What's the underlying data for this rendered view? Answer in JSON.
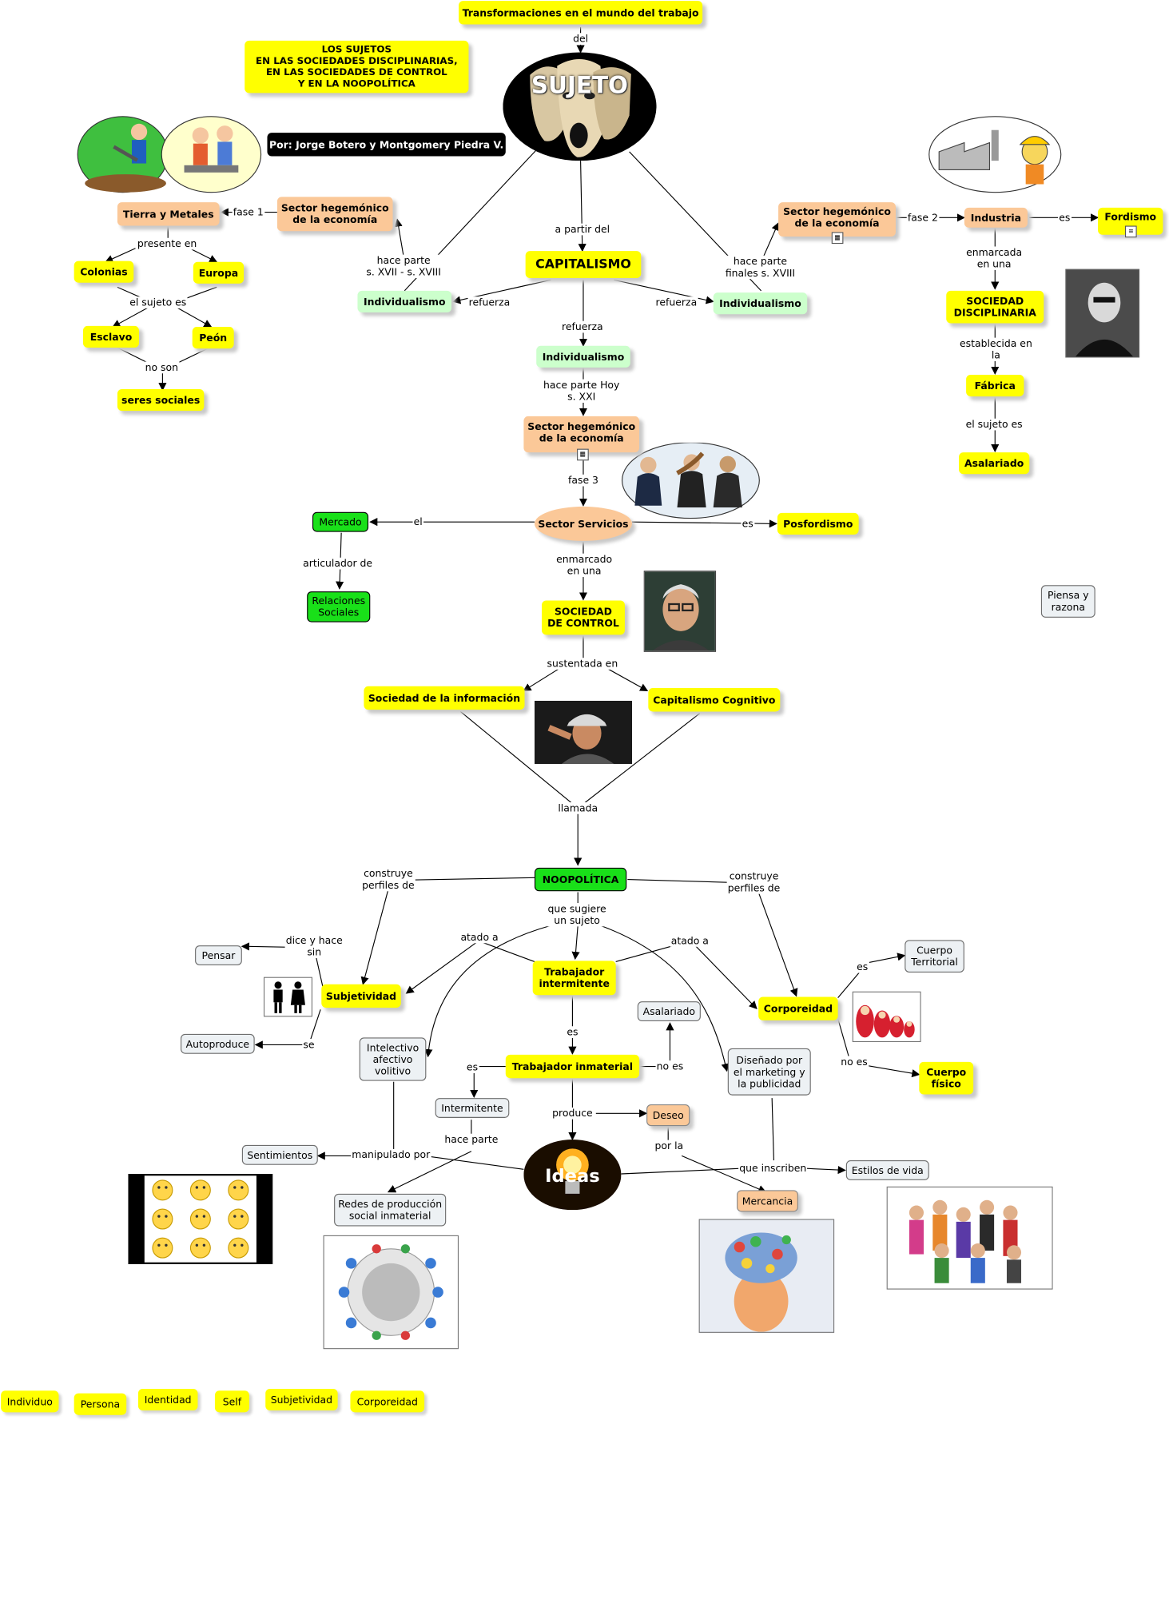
{
  "title": "Transformaciones en el mundo del trabajo",
  "header_box": "LOS SUJETOS\nEN LAS SOCIEDADES DISCIPLINARIAS,\nEN LAS SOCIEDADES DE CONTROL\nY EN LA NOOPOLÍTICA",
  "authors": "Por: Jorge Botero y Montgomery Piedra V.",
  "sujeto": "SUJETO",
  "nodes": {
    "capitalismo": "CAPITALISMO",
    "sector_left": "Sector hegemónico\nde la economía",
    "sector_right": "Sector hegemónico\nde la economía",
    "sector_center": "Sector hegemónico\nde la economía",
    "tierra": "Tierra y Metales",
    "colonias": "Colonias",
    "europa": "Europa",
    "esclavo": "Esclavo",
    "peon": "Peón",
    "seres_sociales": "seres sociales",
    "indiv_left": "Individualismo",
    "indiv_right": "Individualismo",
    "indiv_center": "Individualismo",
    "industria": "Industria",
    "fordismo": "Fordismo",
    "sociedad_disc": "SOCIEDAD\nDISCIPLINARIA",
    "fabrica": "Fábrica",
    "asalariado_r": "Asalariado",
    "sector_servicios": "Sector Servicios",
    "mercado": "Mercado",
    "relaciones": "Relaciones\nSociales",
    "posfordismo": "Posfordismo",
    "sociedad_control": "SOCIEDAD\nDE CONTROL",
    "piensa": "Piensa y\nrazona",
    "soc_info": "Sociedad de la información",
    "cap_cog": "Capitalismo Cognitivo",
    "noopolitica": "NOOPOLÍTICA",
    "subjetividad": "Subjetividad",
    "pensar": "Pensar",
    "autoproduce": "Autoproduce",
    "trab_inter": "Trabajador\nintermitente",
    "corporeidad": "Corporeidad",
    "cuerpo_terr": "Cuerpo\nTerritorial",
    "cuerpo_fis": "Cuerpo\nfísico",
    "asalariado_c": "Asalariado",
    "intelectivo": "Intelectivo\nafectivo\nvolitivo",
    "disenado": "Diseñado por\nel marketing y\nla publicidad",
    "trab_inmat": "Trabajador inmaterial",
    "intermitente": "Intermitente",
    "deseo": "Deseo",
    "sentimientos": "Sentimientos",
    "ideas": "Ideas",
    "estilos": "Estilos de vida",
    "redes": "Redes de producción\nsocial inmaterial",
    "mercancia": "Mercancia"
  },
  "links": {
    "del": "del",
    "a_partir_del": "a partir del",
    "hace_parte_left": "hace parte\ns. XVII - s. XVIII",
    "hace_parte_right": "hace parte\nfinales s. XVIII",
    "refuerza_l": "refuerza",
    "refuerza_r": "refuerza",
    "refuerza_c": "refuerza",
    "fase1": "fase 1",
    "fase2": "fase 2",
    "fase3": "fase 3",
    "presente_en": "presente en",
    "el_sujeto_es": "el sujeto es",
    "no_son": "no son",
    "es_fordismo": "es",
    "enmarcada": "enmarcada\nen una",
    "establecida": "establecida en\nla",
    "el_sujeto_es_r": "el sujeto es",
    "hace_parte_hoy": "hace parte Hoy\ns. XXI",
    "el": "el",
    "articulador": "articulador de",
    "es_posf": "es",
    "enmarcado": "enmarcado\nen una",
    "sustentada": "sustentada en",
    "llamada": "llamada",
    "construye_l": "construye\nperfiles de",
    "construye_r": "construye\nperfiles de",
    "que_sugiere": "que sugiere\nun sujeto",
    "atado_l": "atado a",
    "atado_r": "atado a",
    "dice": "dice y hace\nsin",
    "se": "se",
    "es_trab": "es",
    "es_int": "es",
    "no_es": "no es",
    "produce": "produce",
    "hace_parte_int": "hace parte",
    "manipulado": "manipulado por",
    "por_la": "por la",
    "que_inscriben": "que inscriben",
    "es_terr": "es",
    "no_es_fis": "no es"
  },
  "footer": [
    "Individuo",
    "Persona",
    "Identidad",
    "Self",
    "Subjetividad",
    "Corporeidad"
  ]
}
